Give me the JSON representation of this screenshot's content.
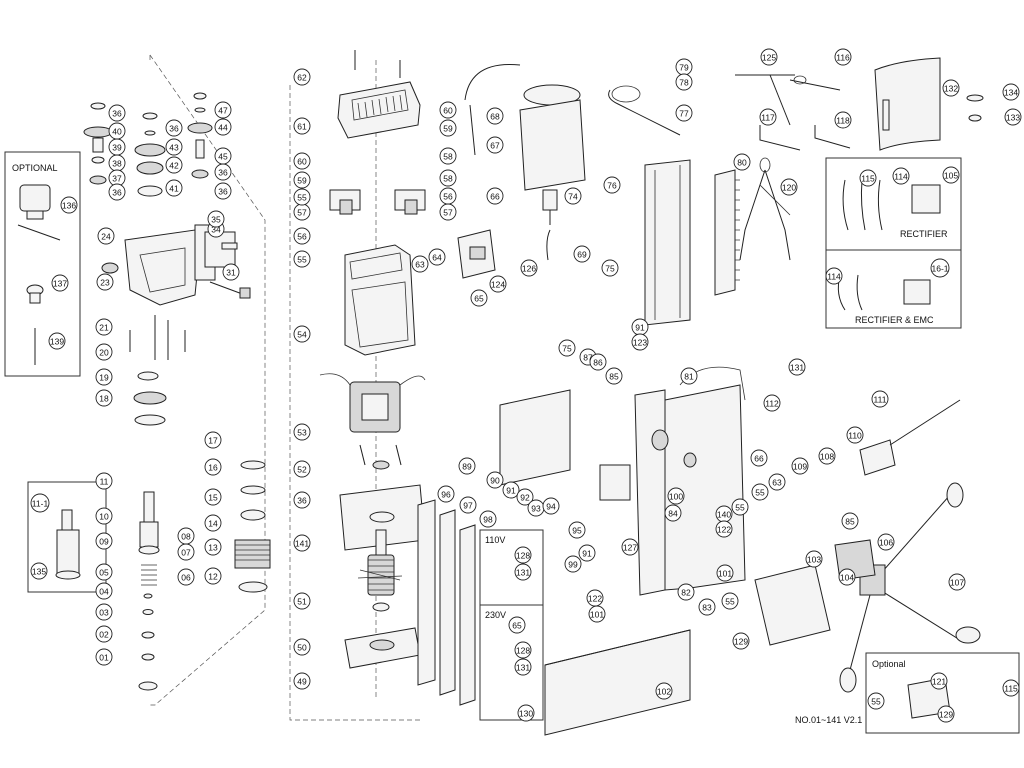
{
  "diagram": {
    "labels": {
      "optional_top": "OPTIONAL",
      "optional_bottom": "Optional",
      "rectifier": "RECTIFIER",
      "rectifier_emc": "RECTIFIER & EMC",
      "v110": "110V",
      "v230": "230V",
      "version": "NO.01~141 V2.1"
    },
    "callouts": [
      "36",
      "40",
      "39",
      "38",
      "37",
      "36",
      "36",
      "43",
      "42",
      "41",
      "47",
      "44",
      "45",
      "36",
      "36",
      "136",
      "137",
      "139",
      "24",
      "23",
      "34",
      "35",
      "31",
      "21",
      "20",
      "19",
      "18",
      "17",
      "16",
      "15",
      "14",
      "13",
      "12",
      "11",
      "10",
      "09",
      "08",
      "07",
      "06",
      "05",
      "04",
      "03",
      "02",
      "01",
      "11-1",
      "135",
      "62",
      "61",
      "60",
      "59",
      "60",
      "59",
      "58",
      "57",
      "56",
      "55",
      "58",
      "56",
      "57",
      "55",
      "54",
      "53",
      "52",
      "36",
      "141",
      "51",
      "50",
      "49",
      "68",
      "67",
      "66",
      "64",
      "63",
      "65",
      "126",
      "124",
      "74",
      "69",
      "79",
      "78",
      "77",
      "76",
      "75",
      "80",
      "91",
      "123",
      "120",
      "125",
      "116",
      "132",
      "134",
      "133",
      "117",
      "118",
      "115",
      "114",
      "105",
      "114",
      "16-1",
      "75",
      "87",
      "86",
      "85",
      "89",
      "90",
      "91",
      "92",
      "93",
      "94",
      "95",
      "96",
      "97",
      "98",
      "81",
      "112",
      "131",
      "111",
      "110",
      "66",
      "109",
      "108",
      "55",
      "55",
      "63",
      "100",
      "84",
      "140",
      "122",
      "101",
      "85",
      "106",
      "103",
      "104",
      "107",
      "55",
      "129",
      "102",
      "82",
      "83",
      "99",
      "91",
      "122",
      "101",
      "127",
      "128",
      "131",
      "65",
      "128",
      "131",
      "130",
      "121",
      "129",
      "55",
      "115"
    ]
  }
}
